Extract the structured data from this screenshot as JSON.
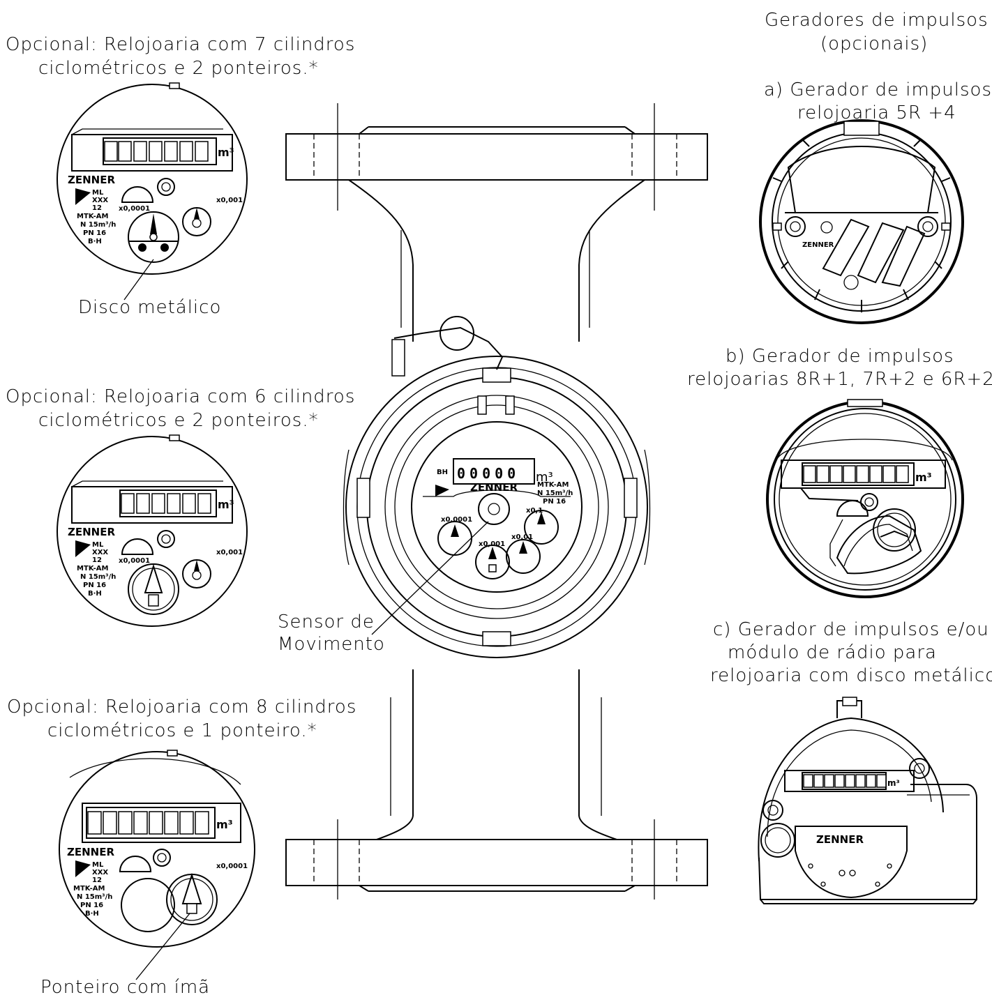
{
  "labels": {
    "opt7_line1": "Opcional: Relojoaria com 7 cilindros",
    "opt7_line2": "ciclométricos e 2 ponteiros.*",
    "disco": "Disco metálico",
    "opt6_line1": "Opcional: Relojoaria com 6 cilindros",
    "opt6_line2": "ciclométricos e 2 ponteiros.*",
    "opt8_line1": "Opcional: Relojoaria com 8 cilindros",
    "opt8_line2": "ciclométricos e 1 ponteiro.*",
    "ponteiro": "Ponteiro com ímã",
    "sensor_line1": "Sensor de",
    "sensor_line2": "Movimento",
    "geradores_line1": "Geradores de impulsos",
    "geradores_line2": "(opcionais)",
    "a_line1": "a) Gerador de impulsos",
    "a_line2": "relojoaria 5R +4",
    "b_line1": "b) Gerador de impulsos",
    "b_line2": "relojoarias 8R+1, 7R+2 e 6R+2",
    "c_line1": "c) Gerador de impulsos e/ou",
    "c_line2": "módulo de rádio para",
    "c_line3": "relojoaria com disco metálico"
  },
  "dial": {
    "brand": "ZENNER",
    "unit": "m³",
    "model": "MTK-AM",
    "flow": "N 15m³/h",
    "pressure": "PN 16",
    "class": "B·H",
    "class_short": "BH",
    "ml": "ML",
    "xxx": "XXX",
    "twelve": "12",
    "center_counter": "00000",
    "mult_1": "x0,0001",
    "mult_2": "x0,001",
    "mult_3": "x0,01",
    "mult_4": "x0,1"
  }
}
